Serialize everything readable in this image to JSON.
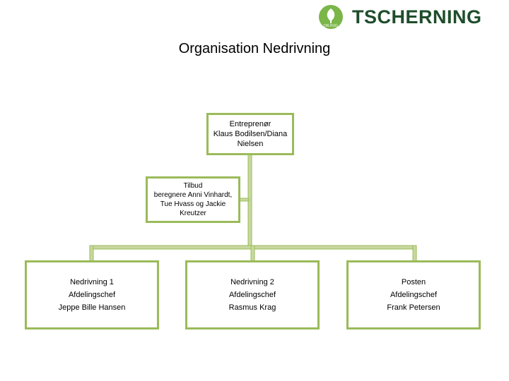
{
  "logo": {
    "text": "TSCHERNING",
    "mark_text": "DR.HUG"
  },
  "title": "Organisation Nedrivning",
  "colors": {
    "border": "#9bbb59",
    "connector": "#c8d8a0",
    "logo_green": "#7ab648",
    "logo_text": "#1f4d2b"
  },
  "nodes": {
    "entreprenor": {
      "line1": "Entreprenør",
      "line2": "Klaus Bodilsen/Diana",
      "line3": "Nielsen"
    },
    "tilbud": {
      "line1": "Tilbud",
      "line2": "beregnere Anni Vinhardt,",
      "line3": "Tue Hvass og Jackie Kreutzer"
    },
    "nedrivning1": {
      "line1": "Nedrivning 1",
      "line2": "Afdelingschef",
      "line3": "Jeppe Bille Hansen"
    },
    "nedrivning2": {
      "line1": "Nedrivning 2",
      "line2": "Afdelingschef",
      "line3": "Rasmus Krag"
    },
    "posten": {
      "line1": "Posten",
      "line2": "Afdelingschef",
      "line3": "Frank Petersen"
    }
  }
}
